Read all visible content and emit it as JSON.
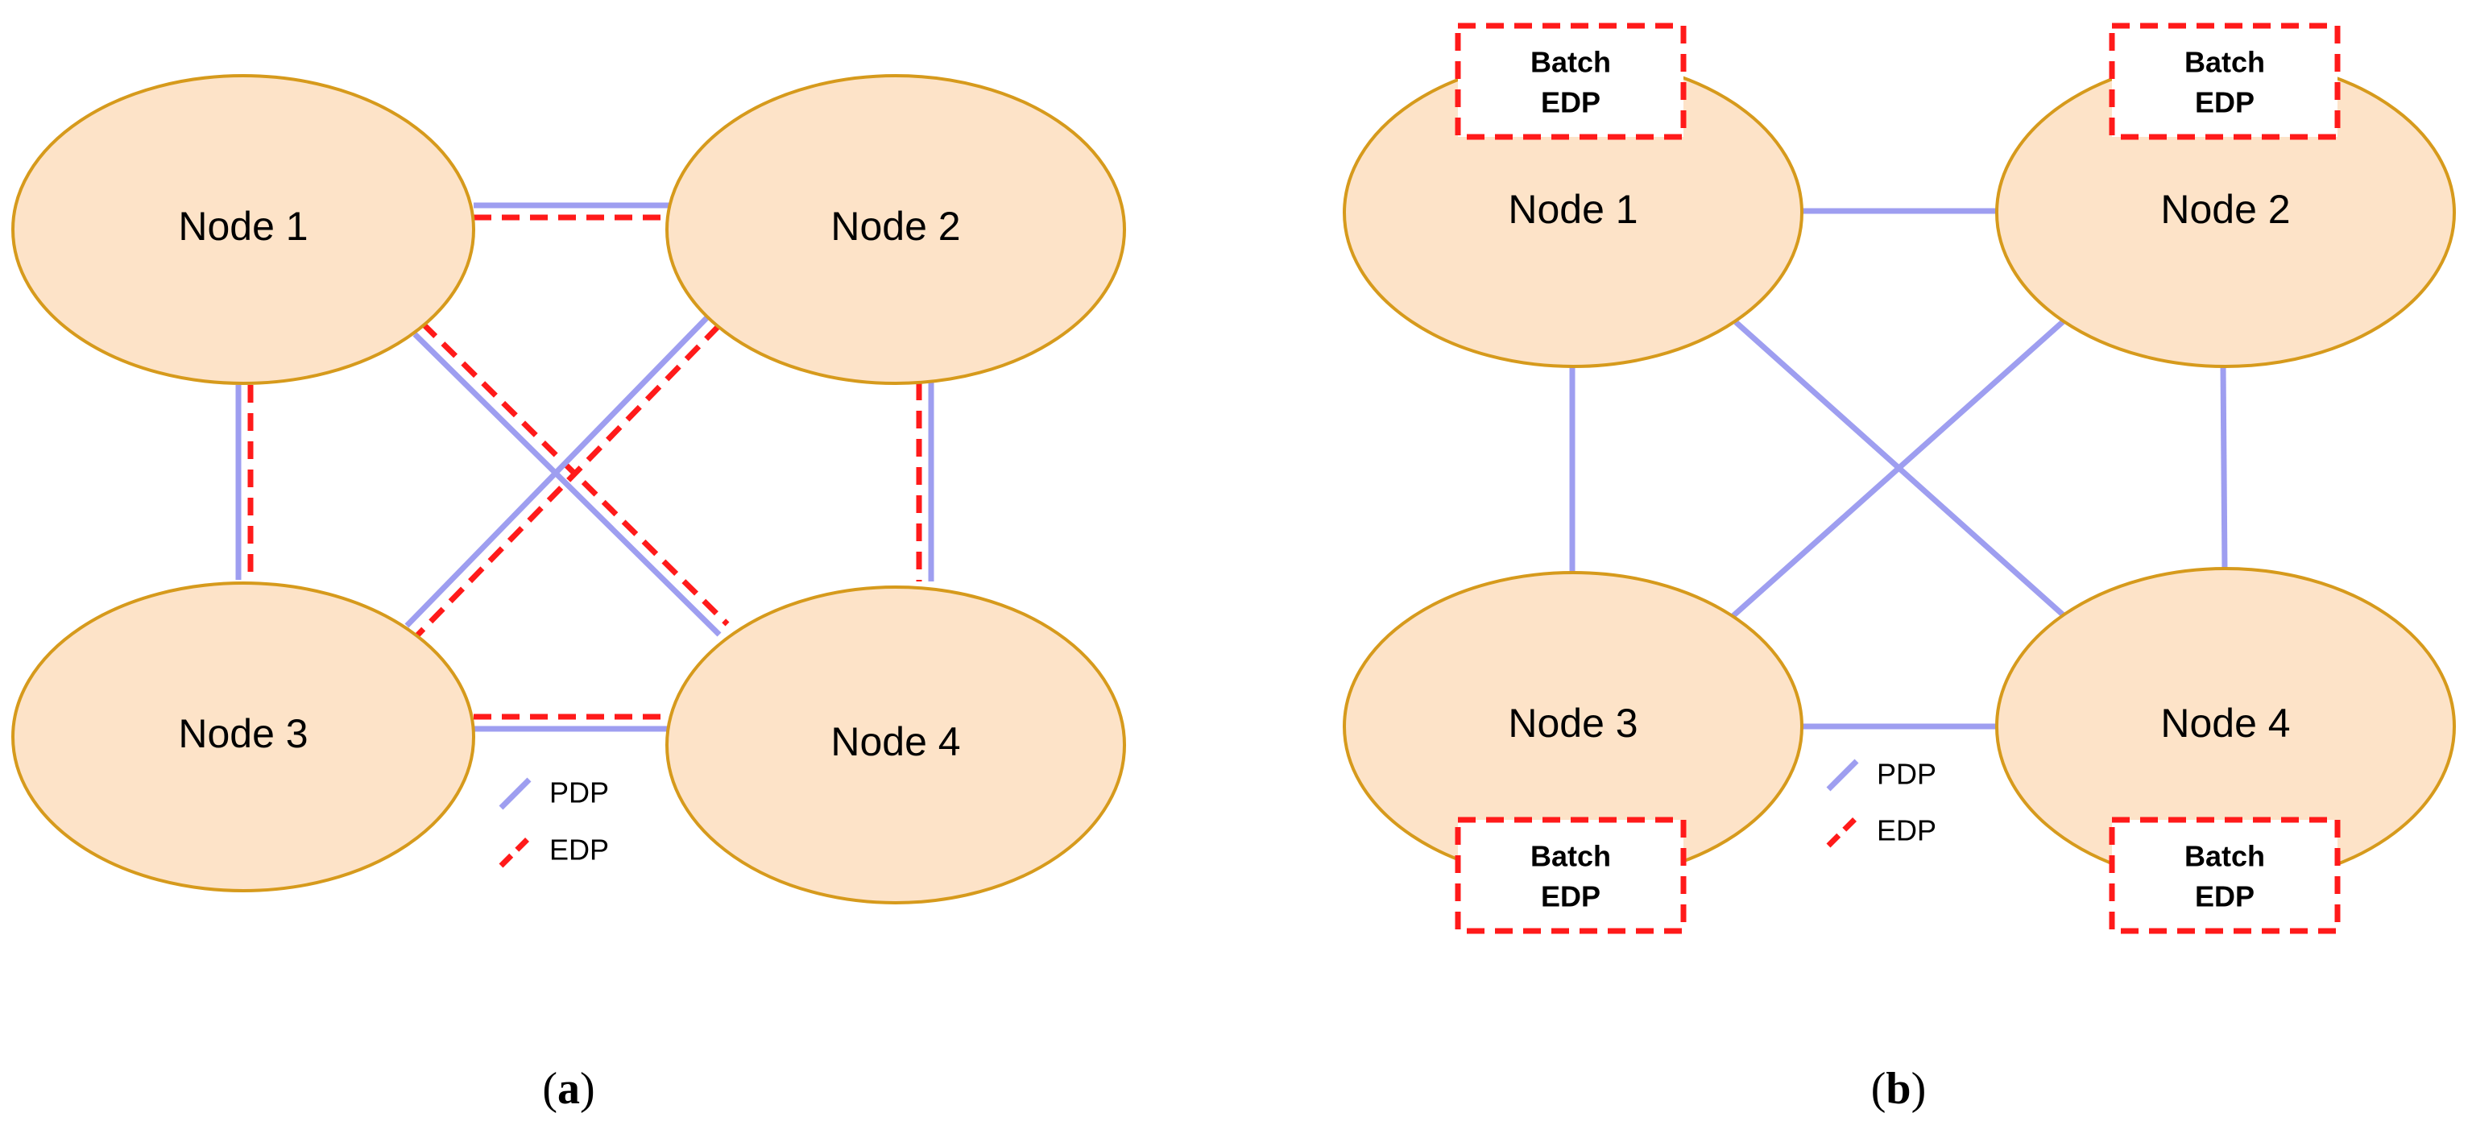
{
  "colors": {
    "node_fill": "#fde3c8",
    "node_stroke": "#d69a1c",
    "pdp": "#9e9ef0",
    "edp": "#ff1a1a"
  },
  "legend": {
    "pdp": "PDP",
    "edp": "EDP"
  },
  "panel_a": {
    "caption_open": "(",
    "caption_letter": "a",
    "caption_close": ")",
    "nodes": [
      "Node 1",
      "Node 2",
      "Node 3",
      "Node 4"
    ]
  },
  "panel_b": {
    "caption_open": "(",
    "caption_letter": "b",
    "caption_close": ")",
    "nodes": [
      "Node 1",
      "Node 2",
      "Node 3",
      "Node 4"
    ],
    "batch_label_line1": "Batch",
    "batch_label_line2": "EDP"
  }
}
